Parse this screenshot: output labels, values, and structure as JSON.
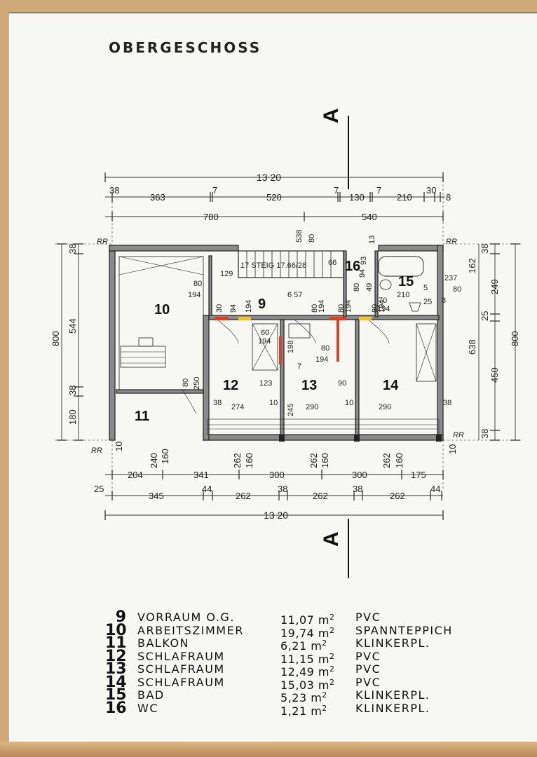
{
  "title": "OBERGESCHOSS",
  "section_marker": "A",
  "rooms": [
    {
      "num": "9",
      "name": "VORRAUM O.G.",
      "area": "11,07 m",
      "floor": "PVC"
    },
    {
      "num": "10",
      "name": "ARBEITSZIMMER",
      "area": "19,74 m",
      "floor": "SPANNTEPPICH"
    },
    {
      "num": "11",
      "name": "BALKON",
      "area": "6,21 m",
      "floor": "KLINKERPL."
    },
    {
      "num": "12",
      "name": "SCHLAFRAUM",
      "area": "11,15 m",
      "floor": "PVC"
    },
    {
      "num": "13",
      "name": "SCHLAFRAUM",
      "area": "12,49 m",
      "floor": "PVC"
    },
    {
      "num": "14",
      "name": "SCHLAFRAUM",
      "area": "15,03 m",
      "floor": "PVC"
    },
    {
      "num": "15",
      "name": "BAD",
      "area": "5,23 m",
      "floor": "KLINKERPL."
    },
    {
      "num": "16",
      "name": "WC",
      "area": "1,21 m",
      "floor": "KLINKERPL."
    }
  ],
  "area_exponent": "2",
  "stair_label": "17 STEIG 17.66/28",
  "dims": {
    "total_width": "13 20",
    "top_row": [
      "38",
      "363",
      "7",
      "520",
      "7",
      "130",
      "7",
      "210",
      "30",
      "8"
    ],
    "mid_row": [
      "780",
      "540"
    ],
    "left_side": [
      "38",
      "544",
      "38",
      "180",
      "800"
    ],
    "right_side": [
      "38",
      "162",
      "249",
      "25",
      "638",
      "450",
      "38",
      "800"
    ],
    "bottom_row1": [
      "204",
      "341",
      "300",
      "300",
      "175"
    ],
    "bottom_row2": [
      "25",
      "345",
      "44",
      "262",
      "38",
      "262",
      "38",
      "262",
      "44"
    ],
    "opening_heights": [
      "240",
      "160",
      "262",
      "160",
      "262",
      "160",
      "262",
      "160",
      "10",
      "10"
    ],
    "interior": [
      "129",
      "80",
      "194",
      "6 57",
      "30",
      "94",
      "194",
      "60",
      "194",
      "198",
      "80",
      "194",
      "80",
      "194",
      "80",
      "194",
      "80",
      "194",
      "80",
      "250",
      "123",
      "7",
      "245",
      "90",
      "38",
      "274",
      "10",
      "290",
      "10",
      "290",
      "38",
      "538",
      "80",
      "13",
      "237",
      "80",
      "210",
      "70",
      "194",
      "25",
      "5",
      "8",
      "66",
      "93",
      "94",
      "49",
      "80"
    ],
    "rr_marks": [
      "RR",
      "RR",
      "RR",
      "RR"
    ]
  }
}
